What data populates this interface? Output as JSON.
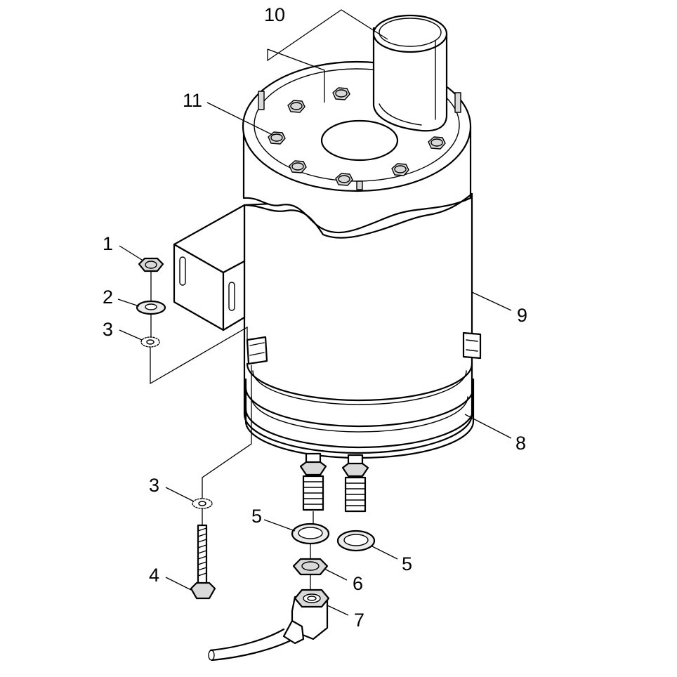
{
  "callouts": {
    "c1": "1",
    "c2": "2",
    "c3a": "3",
    "c3b": "3",
    "c4": "4",
    "c5a": "5",
    "c5b": "5",
    "c6": "6",
    "c7": "7",
    "c8": "8",
    "c9": "9",
    "c10": "10",
    "c11": "11"
  }
}
